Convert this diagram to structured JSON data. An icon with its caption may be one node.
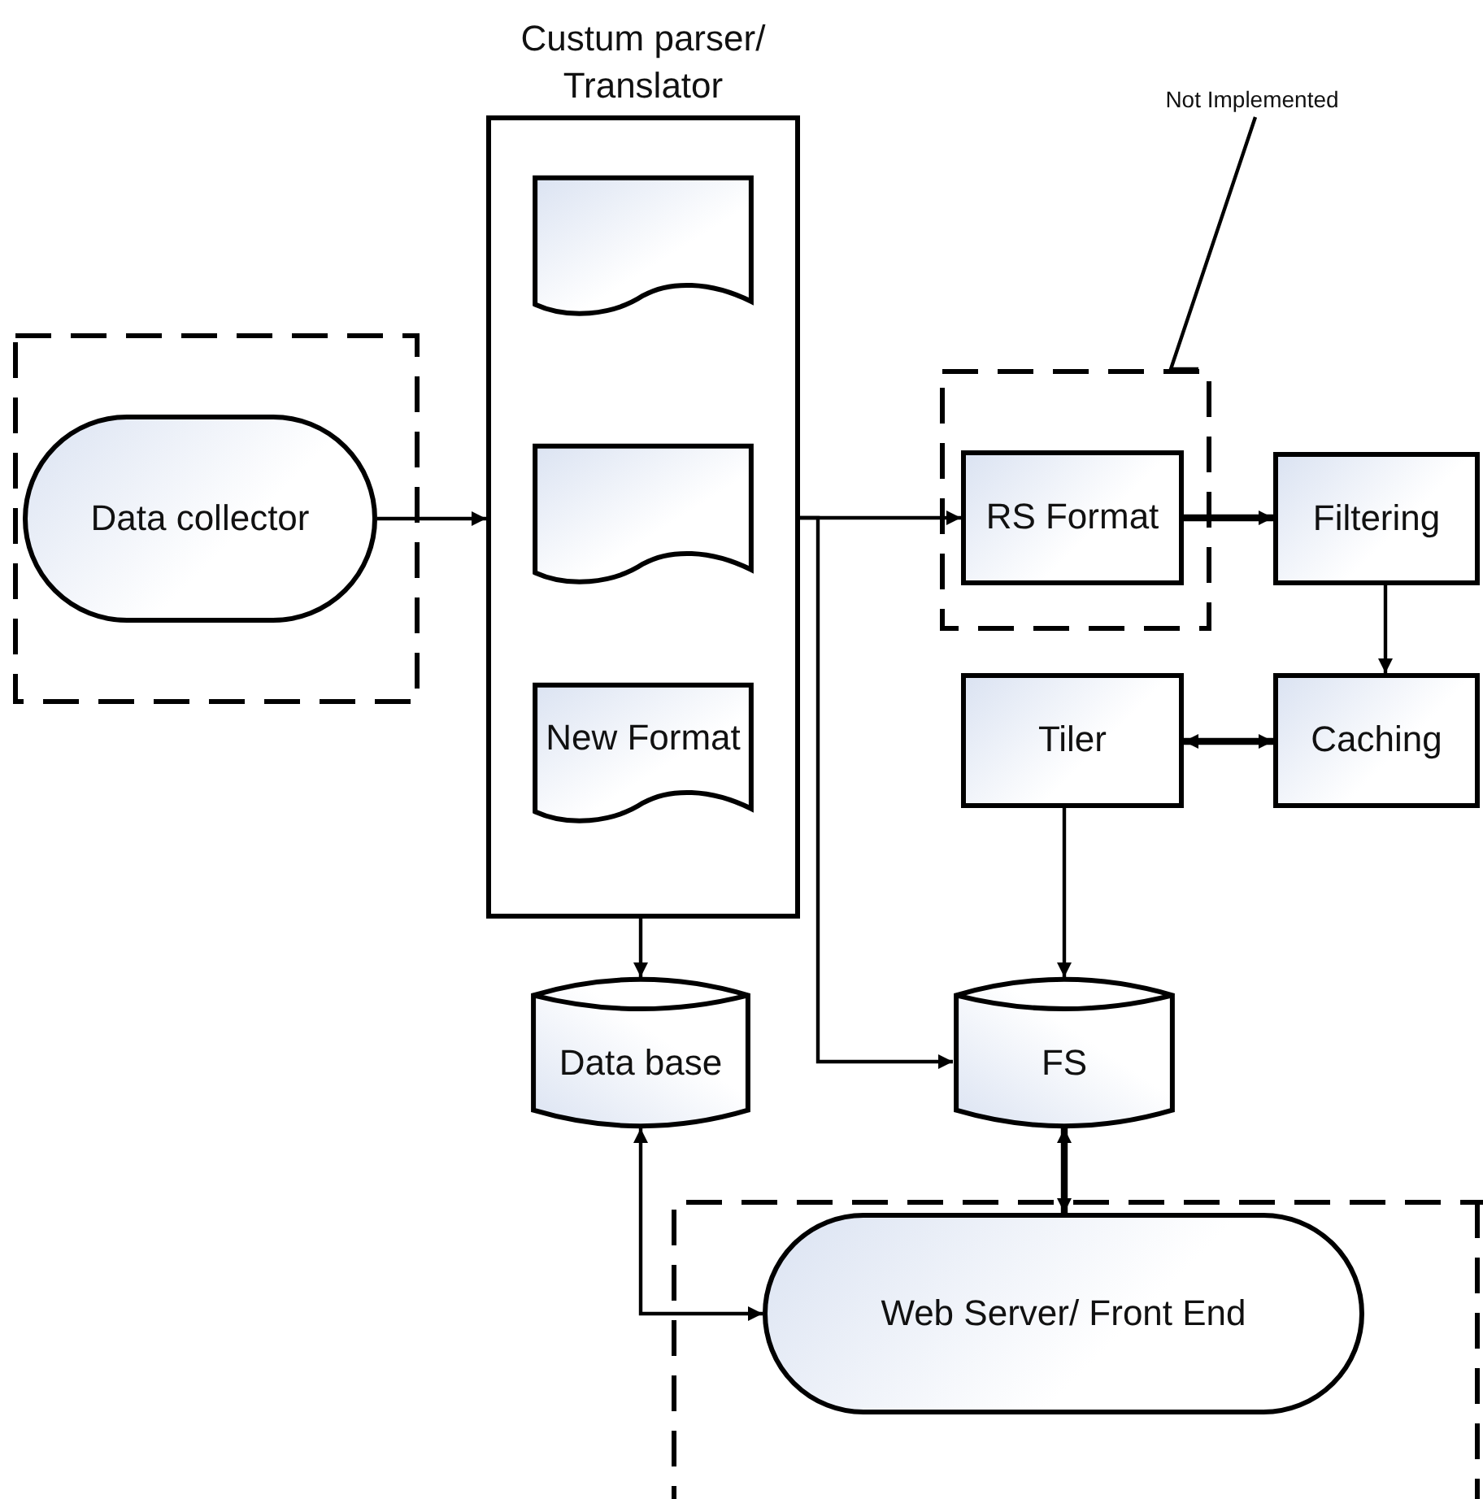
{
  "diagram": {
    "nodes": [
      {
        "text": [],
        "shape": "box"
      },
      {
        "text": [
          "Data collector"
        ],
        "in": 0
      },
      {
        "text": [
          "Custum parser/ Translator"
        ]
      },
      {
        "text": [],
        "shape": "document",
        "in": 2
      },
      {
        "text": [],
        "shape": "document",
        "in": 2
      },
      {
        "text": [
          "New Format"
        ],
        "in": 2
      },
      {
        "text": [
          "Not Implemented"
        ]
      },
      {
        "text": [],
        "shape": "box"
      },
      {
        "text": [
          "RS Format"
        ],
        "in": 7
      },
      {
        "text": [
          "Filtering"
        ]
      },
      {
        "text": [
          "Tiler"
        ]
      },
      {
        "text": [
          "Caching"
        ]
      },
      {
        "text": [
          "Data base"
        ]
      },
      {
        "text": [
          "FS"
        ]
      },
      {
        "text": [],
        "shape": "box"
      },
      {
        "text": [
          "Web Server/ Front End"
        ],
        "in": 14
      }
    ],
    "edges": [
      {
        "from": 1,
        "to": 2,
        "arrow": "to"
      },
      {
        "from": 2,
        "to": 8,
        "arrow": "to"
      },
      {
        "from": 2,
        "to": 13,
        "arrow": "to"
      },
      {
        "from": 8,
        "to": 9,
        "arrow": "to",
        "style": "thick"
      },
      {
        "from": 9,
        "to": 11,
        "arrow": "to"
      },
      {
        "from": 10,
        "to": 11,
        "arrow": "both",
        "style": "thick"
      },
      {
        "from": 10,
        "to": 13,
        "arrow": "to"
      },
      {
        "from": 2,
        "to": 12,
        "arrow": "to"
      },
      {
        "from": 13,
        "to": 15,
        "arrow": "both",
        "style": "thick"
      },
      {
        "from": 12,
        "to": 15,
        "arrow": "both"
      },
      {
        "from": 6,
        "to": 7,
        "arrow": "none"
      }
    ]
  }
}
